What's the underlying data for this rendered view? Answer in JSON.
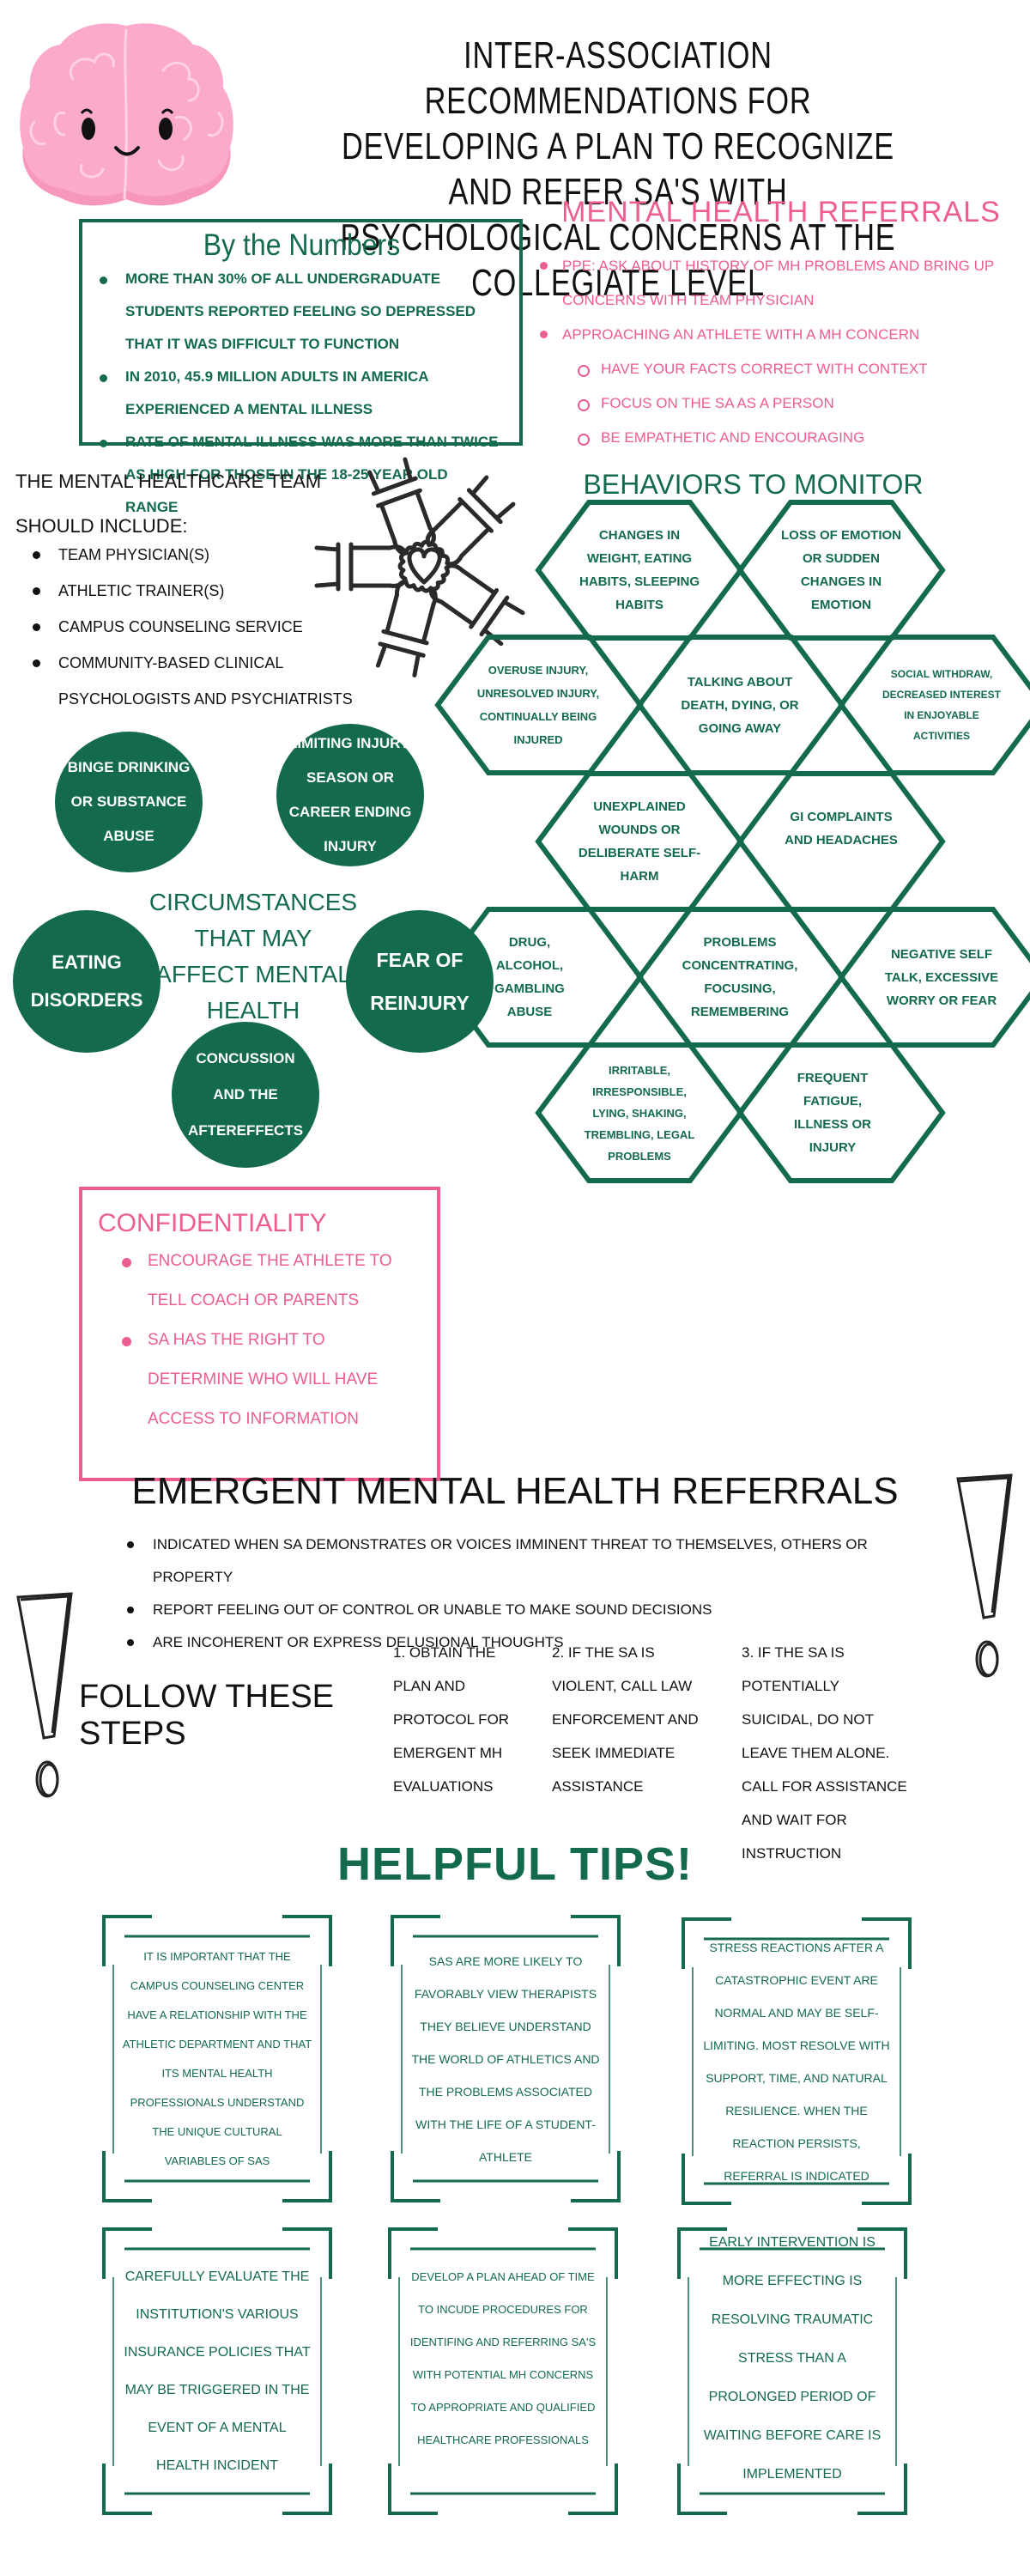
{
  "title": {
    "line1": "Inter-Association Recommendations for",
    "line2": "developing a plan to recognize and refer SA's with",
    "line3": "psychological concerns at the collegiate level"
  },
  "icons": {
    "brain": "brain-mascot-icon",
    "hands": "hands-heart-icon",
    "exclamation": "exclamation-mark-icon"
  },
  "colors": {
    "green": "#136a4d",
    "pink": "#ee5d91",
    "brain_pink": "#fcaacb",
    "text": "#111111"
  },
  "by_the_numbers": {
    "heading": "By the Numbers",
    "items": [
      "More than 30% of all undergraduate students reported feeling so depressed that it was difficult to function",
      "In 2010, 45.9 million adults in America experienced a mental illness",
      "Rate of mental illness was more than twice as high for those in the 18-25 year old range"
    ]
  },
  "mental_health_referrals": {
    "heading": "Mental Health Referrals",
    "items": [
      {
        "text": "PPE: Ask about history of MH problems and bring up concerns with team physician",
        "level": 1
      },
      {
        "text": "Approaching an athlete with a MH concern",
        "level": 1
      },
      {
        "text": "have your facts correct with context",
        "level": 2
      },
      {
        "text": "focus on the SA as a person",
        "level": 2
      },
      {
        "text": "be empathetic and encouraging",
        "level": 2
      }
    ]
  },
  "team": {
    "heading": "The mental healthcare team should include:",
    "items": [
      "team physician(s)",
      "athletic trainer(s)",
      "campus counseling service",
      "community-based clinical psychologists and psychiatrists"
    ]
  },
  "behaviors": {
    "heading": "Behaviors to Monitor",
    "items": [
      "Changes in weight, eating habits, sleeping habits",
      "loss of emotion or sudden changes in emotion",
      "overuse injury, unresolved injury, continually being injured",
      "talking about death, dying, or going away",
      "social withdraw, decreased interest in enjoyable activities",
      "unexplained wounds or deliberate self-harm",
      "GI complaints and headaches",
      "drug, alcohol, gambling abuse",
      "problems concentrating, focusing, remembering",
      "Negative self talk, excessive worry or fear",
      "irritable, irresponsible, lying, shaking, trembling, legal problems",
      "frequent fatigue, illness or injury"
    ]
  },
  "circumstances": {
    "heading": "Circumstances that may affect Mental Health",
    "items": [
      "binge drinking or substance abuse",
      "limiting injury, season or career ending injury",
      "Eating Disorders",
      "fear of reinjury",
      "Concussion and the aftereffects"
    ]
  },
  "confidentiality": {
    "heading": "Confidentiality",
    "items": [
      "Encourage the athlete to tell coach or parents",
      "SA has the right to determine who will have access to information"
    ]
  },
  "emergent": {
    "heading": "Emergent mental health referrals",
    "items": [
      "indicated when SA demonstrates or voices imminent threat to themselves, others or property",
      "report feeling out of control or unable to make sound decisions",
      "are incoherent or express delusional thoughts"
    ],
    "steps_heading": "Follow these steps",
    "steps": [
      "1. Obtain the plan and protocol for emergent MH evaluations",
      "2. If the SA is violent, call law enforcement and seek immediate assistance",
      "3. if the SA is potentially suicidal, do not leave them alone. Call for assistance and wait for instruction"
    ]
  },
  "tips": {
    "heading": "Helpful tips!",
    "items": [
      "It is important that the campus counseling center have a relationship with the athletic department and that its mental health professionals understand the unique cultural variables of SAs",
      "SAs are more likely to favorably view therapists they believe understand the world of athletics and the problems associated with the life of a student-athlete",
      "Stress reactions after a catastrophic event are normal and may be self-limiting. Most resolve with support, time, and natural resilience. When the reaction persists, referral is indicated",
      "Carefully evaluate the institution's various insurance policies that may be triggered in the event of a mental health incident",
      "Develop a plan ahead of time to incude procedures for identifing and referring SA's with potential MH concerns to appropriate and qualified healthcare professionals",
      "Early intervention is more effecting is resolving traumatic stress than a prolonged period of waiting before care is implemented"
    ]
  }
}
